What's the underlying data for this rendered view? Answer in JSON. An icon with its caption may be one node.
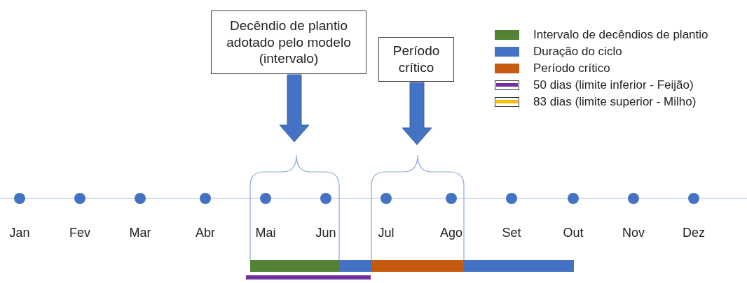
{
  "diagram": {
    "nodes": [
      {
        "text": [
          "Decêndio de plantio adotado pelo modelo (intervalo)"
        ]
      },
      {
        "text": [
          "Período crítico"
        ]
      }
    ],
    "edges": [
      {
        "from": 0,
        "to": null,
        "arrow": "to"
      },
      {
        "from": 1,
        "to": null,
        "arrow": "to"
      }
    ],
    "labels": [
      "Jan",
      "Fev",
      "Mar",
      "Abr",
      "Mai",
      "Jun",
      "Jul",
      "Ago",
      "Set",
      "Out",
      "Nov",
      "Dez"
    ],
    "legend": [
      {
        "text": "Intervalo de decêndios de plantio",
        "color": "#548235"
      },
      {
        "text": "Duração do ciclo",
        "color": "#4472c4"
      },
      {
        "text": "Período crítico",
        "color": "#c55a11"
      },
      {
        "text": "50 dias (limite inferior - Feijão)",
        "color": "#7030a0"
      },
      {
        "text": "83 dias (limite superior - Milho)",
        "color": "#ffc000"
      }
    ]
  }
}
